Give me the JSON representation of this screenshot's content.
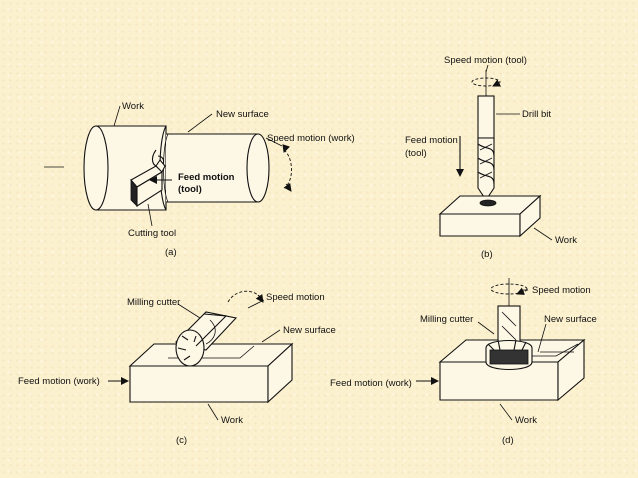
{
  "panel_a": {
    "work": "Work",
    "new_surface": "New surface",
    "speed_motion": "Speed motion (work)",
    "feed_motion_1": "Feed motion",
    "feed_motion_2": "(tool)",
    "cutting_tool": "Cutting tool",
    "caption": "(a)"
  },
  "panel_b": {
    "speed_motion": "Speed motion (tool)",
    "drill_bit": "Drill bit",
    "feed_motion_1": "Feed motion",
    "feed_motion_2": "(tool)",
    "work": "Work",
    "caption": "(b)"
  },
  "panel_c": {
    "milling_cutter": "Milling cutter",
    "speed_motion": "Speed motion",
    "new_surface": "New surface",
    "feed_motion": "Feed motion (work)",
    "work": "Work",
    "caption": "(c)"
  },
  "panel_d": {
    "speed_motion": "Speed motion",
    "milling_cutter": "Milling cutter",
    "new_surface": "New surface",
    "feed_motion": "Feed motion (work)",
    "work": "Work",
    "caption": "(d)"
  }
}
